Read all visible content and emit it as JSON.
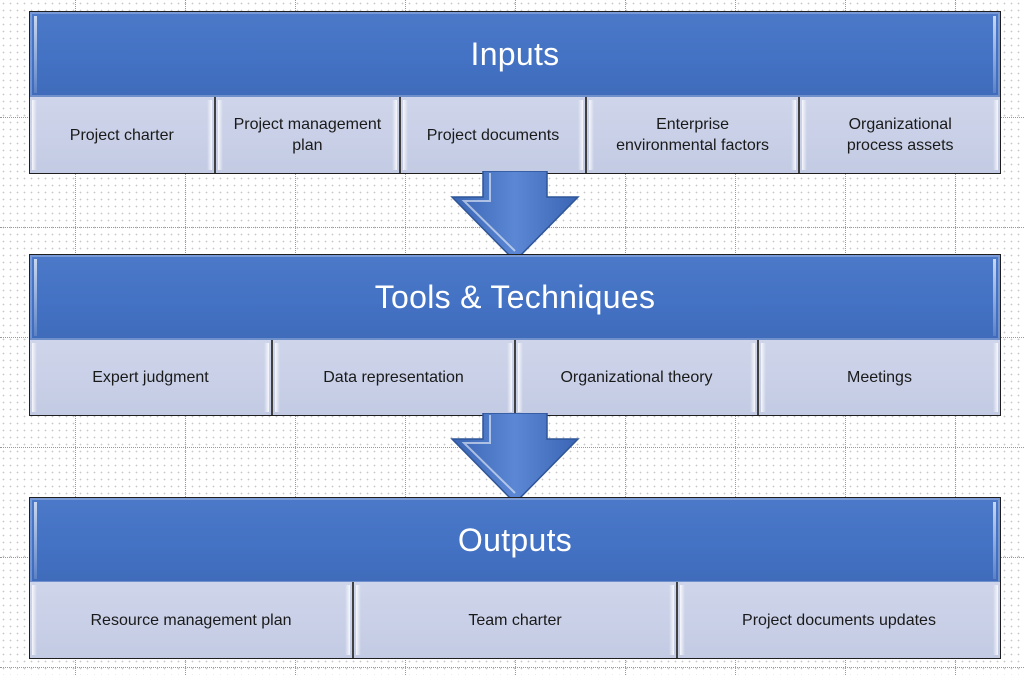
{
  "sections": [
    {
      "title": "Inputs",
      "items": [
        "Project charter",
        "Project management plan",
        "Project documents",
        "Enterprise environmental factors",
        "Organizational process assets"
      ]
    },
    {
      "title": "Tools & Techniques",
      "items": [
        "Expert judgment",
        "Data representation",
        "Organizational theory",
        "Meetings"
      ]
    },
    {
      "title": "Outputs",
      "items": [
        "Resource management plan",
        "Team charter",
        "Project documents updates"
      ]
    }
  ],
  "colors": {
    "header": "#4472C4",
    "cell": "#C9D0E6",
    "arrow": "#4472C4"
  }
}
